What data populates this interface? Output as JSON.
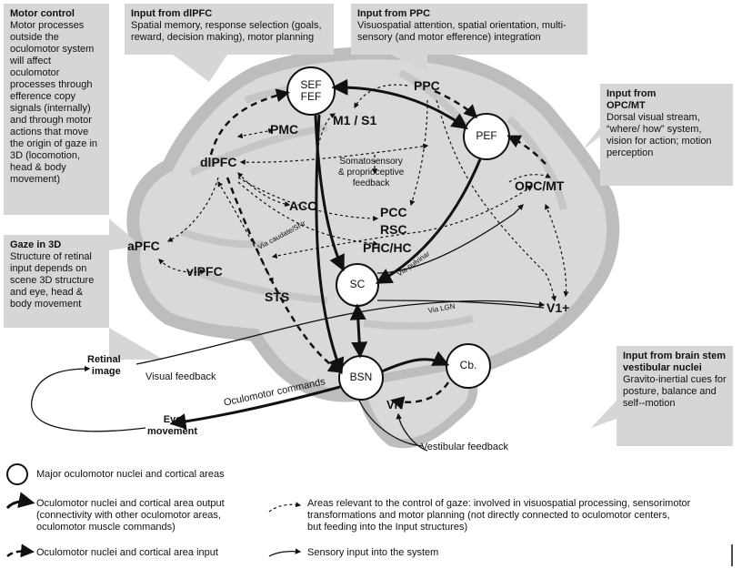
{
  "callouts": {
    "motor_control": {
      "title": "Motor control",
      "body": "Motor processes outside the oculomotor system will affect oculomotor processes through efference copy signals (internally) and through motor actions that move the origin of gaze in 3D (locomotion, head & body movement)"
    },
    "dlpfc": {
      "title": "Input from dlPFC",
      "body": "Spatial memory, response selection (goals, reward, decision making), motor planning"
    },
    "ppc": {
      "title": "Input from PPC",
      "body": "Visuospatial attention, spatial orientation, multi-sensory (and motor efference) integration"
    },
    "opc": {
      "title": "Input from OPC/MT",
      "body": "Dorsal visual stream, “where/ how” system, vision for action; motion perception"
    },
    "gaze3d": {
      "title": "Gaze in 3D",
      "body": "Structure of retinal input depends on scene 3D structure and eye, head & body movement"
    },
    "brainstem": {
      "title": "Input from brain stem vestibular nuclei",
      "body": "Gravito-inertial cues for posture, balance and self--motion"
    }
  },
  "nodes": {
    "sef": "SEF",
    "fef": "FEF",
    "pef": "PEF",
    "sc": "SC",
    "bsn": "BSN",
    "cb": "Cb."
  },
  "labels": {
    "m1s1": "M1 / S1",
    "pmc": "PMC",
    "ppc": "PPC",
    "dlpfc": "dlPFC",
    "acc": "ACC",
    "pcc": "PCC",
    "rsc": "RSC",
    "phc": "PHC/HC",
    "apfc": "aPFC",
    "vlpfc": "vlPFC",
    "sts": "STS",
    "opcmt": "OPC/MT",
    "v1": "V1+",
    "vn": "VN",
    "retinal": "Retinal\nimage",
    "eye": "Eye\nmovement"
  },
  "small": {
    "somato": "Somatosensory\n& proprioceptive\nfeedback",
    "via_caudate": "Via caudate/SNr",
    "via_pulvinar": "Via pulvinar",
    "via_lgn": "Via LGN",
    "visual_feedback": "Visual feedback",
    "oculomotor_commands": "Oculomotor commands",
    "vestibular_feedback": "Vestibular feedback"
  },
  "legend": {
    "circle": "Major oculomotor nuclei and cortical areas",
    "output": "Oculomotor nuclei and cortical area output\n(connectivity with other oculomotor areas,\noculomotor muscle commands)",
    "input": "Oculomotor nuclei and cortical area input",
    "relevant": "Areas relevant to the control of gaze: involved in visuospatial processing, sensorimotor\ntransformations and motor planning (not directly connected to oculomotor centers,\nbut feeding into the Input structures)",
    "sensory": "Sensory input into the system"
  },
  "colors": {
    "callout": "#d6d6d6",
    "brain_fill": "#d9d9d9",
    "brain_stroke": "#bdbdbd",
    "ink": "#111111"
  }
}
